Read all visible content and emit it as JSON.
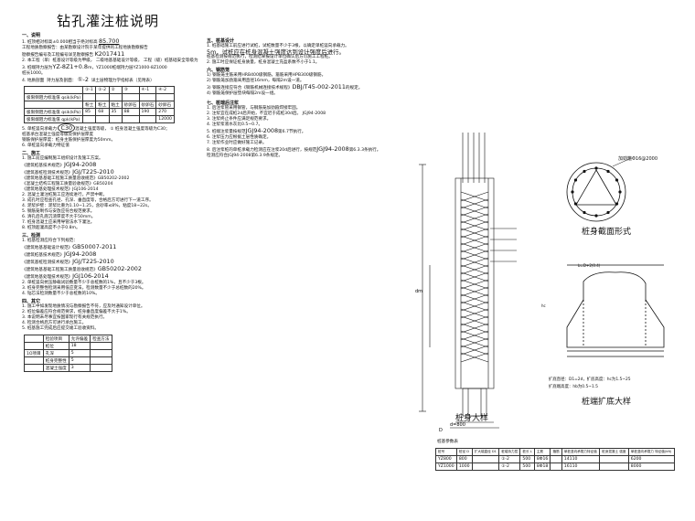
{
  "title": "钻孔灌注桩说明",
  "left_notes": {
    "s1_head": "一、说明",
    "s1_1": "1. 桩顶相对标高±0.000相当于绝对标高",
    "s1_1_val": "85.700",
    "s1_1b": "工程地质勘察报告：由某勘察设计院于某年提供的工程地质勘察报告",
    "s1_1c": "勘察报告编号及工程编号详见勘察报告",
    "s1_1c_val": "K2017411",
    "s1_2": "2. 本工程（单）桩基设计等级为甲级，",
    "s1_2b": "二级地基基础设计等级，",
    "s1_2c": "工程（级）桩基础安全等级为",
    "s1_3": "3. 桩端持力层为",
    "s1_3_val": "YZ-8Z1+0.8",
    "s1_3_mid": "m，YZ1000桩端持力层",
    "s1_3_val2": "YZ1000-8Z1000",
    "s1_3b": "桩长1000。",
    "s1_4": "4. 地质剖面",
    "s1_4b": "持力层及剖面：",
    "s1_4_sym": "①-2",
    "s1_4c": "详土层物理力学指标表（见附表）",
    "s1_5": "5. 单桩竖向承载力",
    "s1_5_val": "C30",
    "s1_5b": "混凝土强度等级，",
    "s1_5_sym": "①",
    "s1_5c": "桩身混凝土强度等级为C30；",
    "s1_5d": "桩基承台混凝土强度等级及保护层厚度",
    "s1_5e": "钢筋保护层厚度：桩身主筋保护层厚度为50mm。",
    "s1_6": "6. 单桩竖向承载力特征值",
    "s2_head": "二、施工",
    "s2_1": "1. 施工前应编制施工组织设计及施工方案。",
    "s2_1a": "《建筑桩基技术规范》",
    "s2_1a_val": "JGJ94-2008",
    "s2_1b": "《建筑基桩检测技术规范》",
    "s2_1b_val": "JGJ/T225-2010",
    "s2_1c": "《建筑地基基础工程施工质量验收规范》",
    "s2_1c_val": "GB50202-2002",
    "s2_1d": "《混凝土结构工程施工质量验收规范》",
    "s2_1d_val": "GB50204",
    "s2_1e": "《建筑地基处理技术规范》",
    "s2_1e_val": "JGJ106-2014",
    "s2_2": "2. 混凝土灌注桩施工应连续进行，严禁中断。",
    "s2_3": "3. 成孔时应检查孔径、孔深、垂直度等，合格后方可进行下一道工序。",
    "s2_4": "4. 泥浆护壁：泥浆比重为1.10~1.25，含砂率≤8%，粘度18~22s。",
    "s2_5": "5. 钢筋笼制作与安放应符合规范要求。",
    "s2_6": "6. 清孔后孔底沉渣厚度不大于50mm。",
    "s2_7": "7. 桩身混凝土应采用导管法水下灌注。",
    "s2_8": "8. 桩顶超灌高度不小于0.8m。",
    "s3_head": "三、检测",
    "s3_1": "1. 桩基检测应符合下列规范：",
    "s3_1a": "《建筑地基基础设计规范》",
    "s3_1a_val": "GB50007-2011",
    "s3_1b": "《建筑桩基技术规范》",
    "s3_1b_val": "JGJ94-2008",
    "s3_1c": "《建筑基桩检测技术规范》",
    "s3_1c_val": "JGJ/T225-2010",
    "s3_1d": "《建筑地基基础工程施工质量验收规范》",
    "s3_1d_val": "GB50202-2002",
    "s3_1e": "《建筑地基处理技术规范》",
    "s3_1e_val": "JGJ106-2014",
    "s3_2": "2. 单桩竖向抗压静载试验数量不少于总桩数的1%，且不少于3根。",
    "s3_3": "3. 桩身完整性检测采用低应变法，检测数量不少于总桩数的20%。",
    "s3_4": "4. 钻芯法检测数量不少于总桩数的10%。",
    "s4_head": "四、其它",
    "s4_1": "1. 施工中如发现地质情况与勘察报告不符，应及时通知设计单位。",
    "s4_2": "2. 桩位偏差应符合规范要求，桩身垂直度偏差不大于1%。",
    "s4_3": "3. 本说明未尽事宜按国家现行有关规范执行。",
    "s4_4": "4. 检测合格后方可进行承台施工。",
    "s4_5": "5. 桩基施工完成后应提交竣工验收资料。"
  },
  "soil_table": {
    "headers": [
      "",
      "①-1",
      "①-2",
      "②",
      "③",
      "④-1",
      "④-2"
    ],
    "rows": [
      [
        "极限侧阻力标准值 qsik(kPa)",
        "",
        "",
        "",
        "",
        "",
        ""
      ],
      [
        "",
        "粉土",
        "粉土",
        "粘土",
        "砂卵石",
        "砂卵石",
        "砂卵石"
      ],
      [
        "极限侧阻力标准值 qsik(kPa)",
        "85",
        "68",
        "35",
        "88",
        "190",
        "270"
      ],
      [
        "极限端阻力标准值 qpk(kPa)",
        "",
        "",
        "",
        "",
        "",
        "12000"
      ]
    ]
  },
  "bottom_table": {
    "rows": [
      [
        "",
        "检验项目",
        "允许偏差",
        "检查方法"
      ],
      [
        "",
        "桩位",
        "18",
        ""
      ],
      [
        "1O项目",
        "孔深",
        "5",
        ""
      ],
      [
        "",
        "桩身完整性",
        "5",
        ""
      ],
      [
        "",
        "混凝土强度",
        "3",
        ""
      ]
    ]
  },
  "mid_notes": {
    "s5_head": "五、桩基设计",
    "s5_1": "1. 桩基础施工前应进行试桩，试桩数量不少于3根，以确定单桩竖向承载力。",
    "s5_1b": "5m，试桩应在桩身混凝土强度达到设计强度后进行。",
    "s5_1c": "桩基检测按规范执行，检测结果报设计单位确认后方可施工工程桩。",
    "s5_2": "2. 施工时应保证桩身质量，桩身混凝土充盈系数不小于1.1。",
    "s6_head": "六、钢筋笼",
    "s6_1": "1) 钢筋笼主筋采用HRB400级钢筋，箍筋采用HPB300级钢筋，",
    "s6_2": "2) 钢筋笼加劲箍采用直径16mm，每隔2m设一道。",
    "s6_3": "3) 钢筋连接应符合《钢筋机械连接技术规程》",
    "s6_3_val": "DBJ/T45-002-2011",
    "s6_3b": "的规定。",
    "s6_4": "4) 钢筋笼保护层垫块每隔2m设一组。",
    "s7_head": "七、桩端后注浆",
    "s7_1": "1. 后注浆管采用钢管，与钢筋笼加劲箍焊接牢固。",
    "s7_2": "2. 注浆宜在成桩2d后开始，不宜迟于成桩30d后。",
    "s7_2_val": "JGJ94-2008",
    "s7_3": "3. 注浆终止条件应满足规范要求。",
    "s7_4": "4. 注浆浆液水灰比0.5~0.7。",
    "s7_5": "5. 桩端注浆量按规范",
    "s7_5_val": "JGJ94-2008",
    "s7_5b": "第6.7节执行。",
    "s7_6": "6. 注浆压力应根据土层性质确定。",
    "s7_7": "7. 注浆作业时应做好施工记录。",
    "s7_8": "8. 后注浆桩的单桩承载力检测应在注浆20d后进行，按规范",
    "s7_8_val": "JGJ94-2008",
    "s7_8b": "第6.3.3条执行。",
    "s7_8c": "检测应符合",
    "s7_8c_val": "JGJ94-2008",
    "s7_8d": "第6.3.9条规定。"
  },
  "drawings": {
    "pile_detail_label": "桩身大样",
    "section_label": "桩身截面形式",
    "enlarge_label": "桩端扩底大样",
    "pile_dim_d": "D",
    "pile_dim_width": "d=800",
    "pile_dim_dm": "dm",
    "section_note": "加劲箍Φ16@2000",
    "enlarge_dim_b": "b=D+2(0.4)",
    "enlarge_dim_h": "hc",
    "enlarge_note1": "扩底直径：D1=2d，扩底高度：hc为1.5~25",
    "enlarge_note2": "扩底端高度：hb为0.5~1.5"
  },
  "pile_table": {
    "title": "桩基参数表",
    "headers": [
      "桩号",
      "桩径 D",
      "扩大端直径 D1",
      "桩端持力层",
      "桩长 L",
      "主筋",
      "箍筋",
      "单桩竖向承载力特征值",
      "桩身混凝土 强度",
      "单桩竖向承载力 特征值(kN)"
    ],
    "rows": [
      [
        "YZ800",
        "800",
        "",
        "①-2",
        "500",
        "8Φ16",
        "",
        "14110",
        "",
        "6200"
      ],
      [
        "YZ1000",
        "1000",
        "",
        "①-2",
        "500",
        "8Φ18",
        "",
        "16110",
        "",
        "8000"
      ]
    ]
  }
}
